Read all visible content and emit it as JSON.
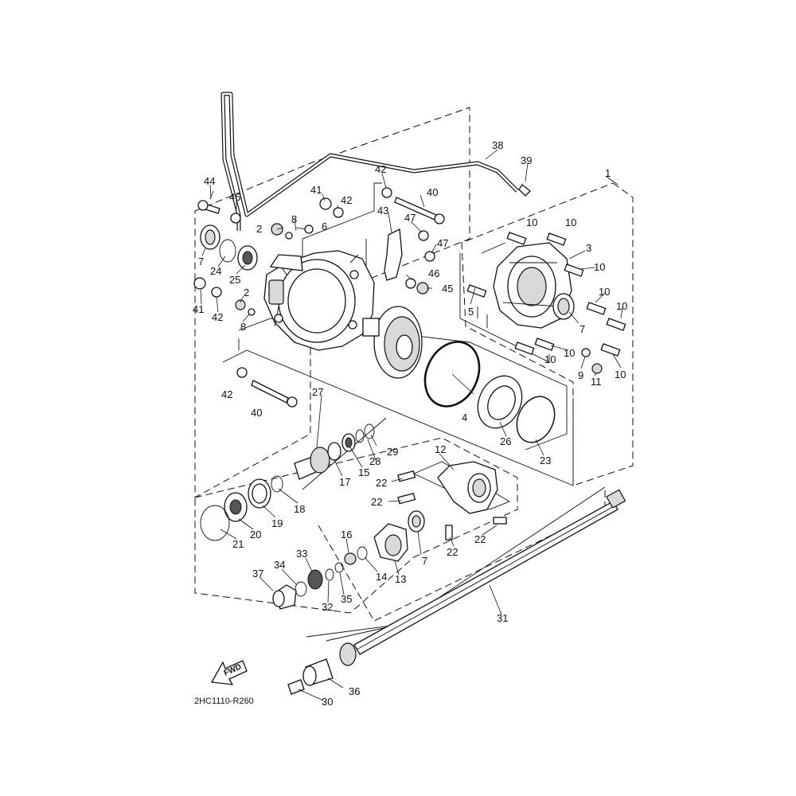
{
  "diagram_code": "2HC1110-R260",
  "fwd_label": "FWD",
  "callouts": [
    {
      "id": "c1",
      "text": "1"
    },
    {
      "id": "c2a",
      "text": "2"
    },
    {
      "id": "c2b",
      "text": "2"
    },
    {
      "id": "c3",
      "text": "3"
    },
    {
      "id": "c4",
      "text": "4"
    },
    {
      "id": "c5",
      "text": "5"
    },
    {
      "id": "c6",
      "text": "6"
    },
    {
      "id": "c7a",
      "text": "7"
    },
    {
      "id": "c7b",
      "text": "7"
    },
    {
      "id": "c7c",
      "text": "7"
    },
    {
      "id": "c8a",
      "text": "8"
    },
    {
      "id": "c8b",
      "text": "8"
    },
    {
      "id": "c9",
      "text": "9"
    },
    {
      "id": "c10a",
      "text": "10"
    },
    {
      "id": "c10b",
      "text": "10"
    },
    {
      "id": "c10c",
      "text": "10"
    },
    {
      "id": "c10d",
      "text": "10"
    },
    {
      "id": "c10e",
      "text": "10"
    },
    {
      "id": "c10f",
      "text": "10"
    },
    {
      "id": "c10g",
      "text": "10"
    },
    {
      "id": "c10h",
      "text": "10"
    },
    {
      "id": "c11",
      "text": "11"
    },
    {
      "id": "c12",
      "text": "12"
    },
    {
      "id": "c13",
      "text": "13"
    },
    {
      "id": "c14",
      "text": "14"
    },
    {
      "id": "c15",
      "text": "15"
    },
    {
      "id": "c16",
      "text": "16"
    },
    {
      "id": "c17",
      "text": "17"
    },
    {
      "id": "c18",
      "text": "18"
    },
    {
      "id": "c19",
      "text": "19"
    },
    {
      "id": "c20",
      "text": "20"
    },
    {
      "id": "c21",
      "text": "21"
    },
    {
      "id": "c22a",
      "text": "22"
    },
    {
      "id": "c22b",
      "text": "22"
    },
    {
      "id": "c22c",
      "text": "22"
    },
    {
      "id": "c22d",
      "text": "22"
    },
    {
      "id": "c23",
      "text": "23"
    },
    {
      "id": "c24",
      "text": "24"
    },
    {
      "id": "c25",
      "text": "25"
    },
    {
      "id": "c26",
      "text": "26"
    },
    {
      "id": "c27",
      "text": "27"
    },
    {
      "id": "c28",
      "text": "28"
    },
    {
      "id": "c29",
      "text": "29"
    },
    {
      "id": "c30",
      "text": "30"
    },
    {
      "id": "c31",
      "text": "31"
    },
    {
      "id": "c32",
      "text": "32"
    },
    {
      "id": "c33",
      "text": "33"
    },
    {
      "id": "c34",
      "text": "34"
    },
    {
      "id": "c35",
      "text": "35"
    },
    {
      "id": "c36",
      "text": "36"
    },
    {
      "id": "c37",
      "text": "37"
    },
    {
      "id": "c38",
      "text": "38"
    },
    {
      "id": "c39",
      "text": "39"
    },
    {
      "id": "c40a",
      "text": "40"
    },
    {
      "id": "c40b",
      "text": "40"
    },
    {
      "id": "c41a",
      "text": "41"
    },
    {
      "id": "c41b",
      "text": "41"
    },
    {
      "id": "c42a",
      "text": "42"
    },
    {
      "id": "c42b",
      "text": "42"
    },
    {
      "id": "c42c",
      "text": "42"
    },
    {
      "id": "c42d",
      "text": "42"
    },
    {
      "id": "c43",
      "text": "43"
    },
    {
      "id": "c44",
      "text": "44"
    },
    {
      "id": "c45",
      "text": "45"
    },
    {
      "id": "c46a",
      "text": "46"
    },
    {
      "id": "c46b",
      "text": "46"
    },
    {
      "id": "c47a",
      "text": "47"
    },
    {
      "id": "c47b",
      "text": "47"
    }
  ]
}
